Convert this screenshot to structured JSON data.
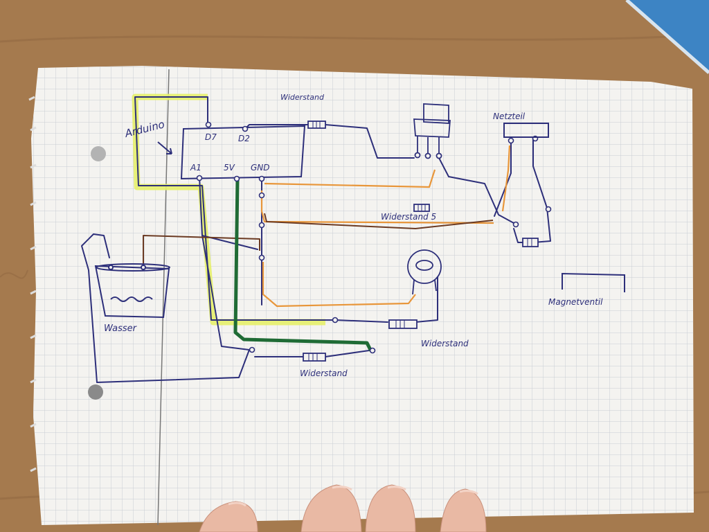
{
  "labels": {
    "arduino": "Arduino",
    "pin_d7": "D7",
    "pin_d2": "D2",
    "pin_a1": "A1",
    "pin_5v": "5V",
    "pin_gnd": "GND",
    "resistor_top": "Widerstand",
    "resistor_mid": "Widerstand 5",
    "resistor_right": "Widerstand",
    "resistor_bottom": "Widerstand",
    "power_supply": "Netzteil",
    "solenoid_valve": "Magnetventil",
    "water": "Wasser"
  },
  "colors": {
    "ink_blue": "#2d2f7a",
    "wire_orange": "#e8963a",
    "wire_brown": "#6b3a22",
    "wire_green": "#1f6b35",
    "highlight_yellow": "#e6f06a",
    "paper": "#f4f3f0",
    "grid": "#c9ccd3",
    "wood": "#a57a4e"
  }
}
